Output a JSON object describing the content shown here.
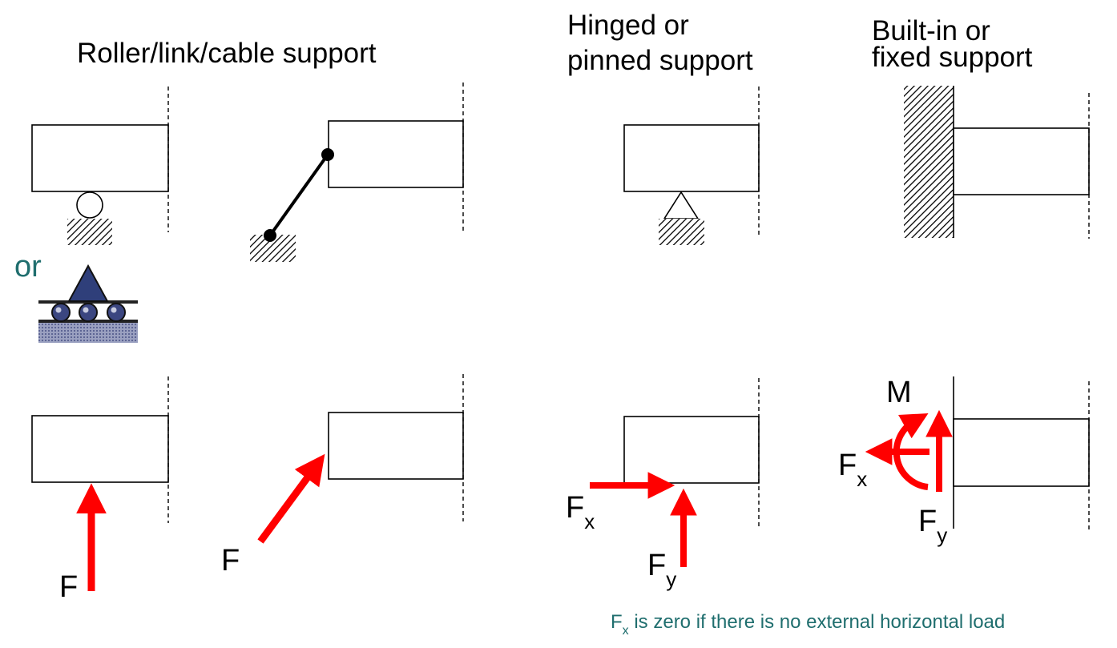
{
  "titles": {
    "roller": "Roller/link/cable support",
    "hinged_line1": "Hinged or",
    "hinged_line2": "pinned support",
    "fixed_line1": "Built-in or",
    "fixed_line2": "fixed support"
  },
  "or_label": "or",
  "force_labels": {
    "f": "F",
    "fx_main": "F",
    "fx_sub": "x",
    "fy_main": "F",
    "fy_sub": "y",
    "moment": "M"
  },
  "footnote": {
    "main": "F",
    "sub": "x",
    "rest": " is zero if there is no external horizontal load"
  },
  "colors": {
    "force": "#ff0000",
    "teal": "#1f6e6e",
    "roller_support": "#2f3f7a",
    "ground": "#8c93b8"
  }
}
